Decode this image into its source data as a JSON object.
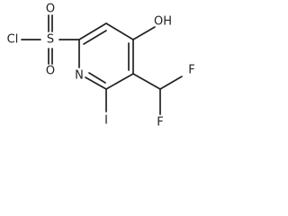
{
  "molecule": {
    "atoms": {
      "cl": "Cl",
      "s": "S",
      "o_top": "O",
      "o_bottom": "O",
      "oh": "OH",
      "n": "N",
      "i": "I",
      "f_right": "F",
      "f_bottom": "F"
    },
    "colors": {
      "bond": "#222222",
      "label": "#222222"
    }
  }
}
